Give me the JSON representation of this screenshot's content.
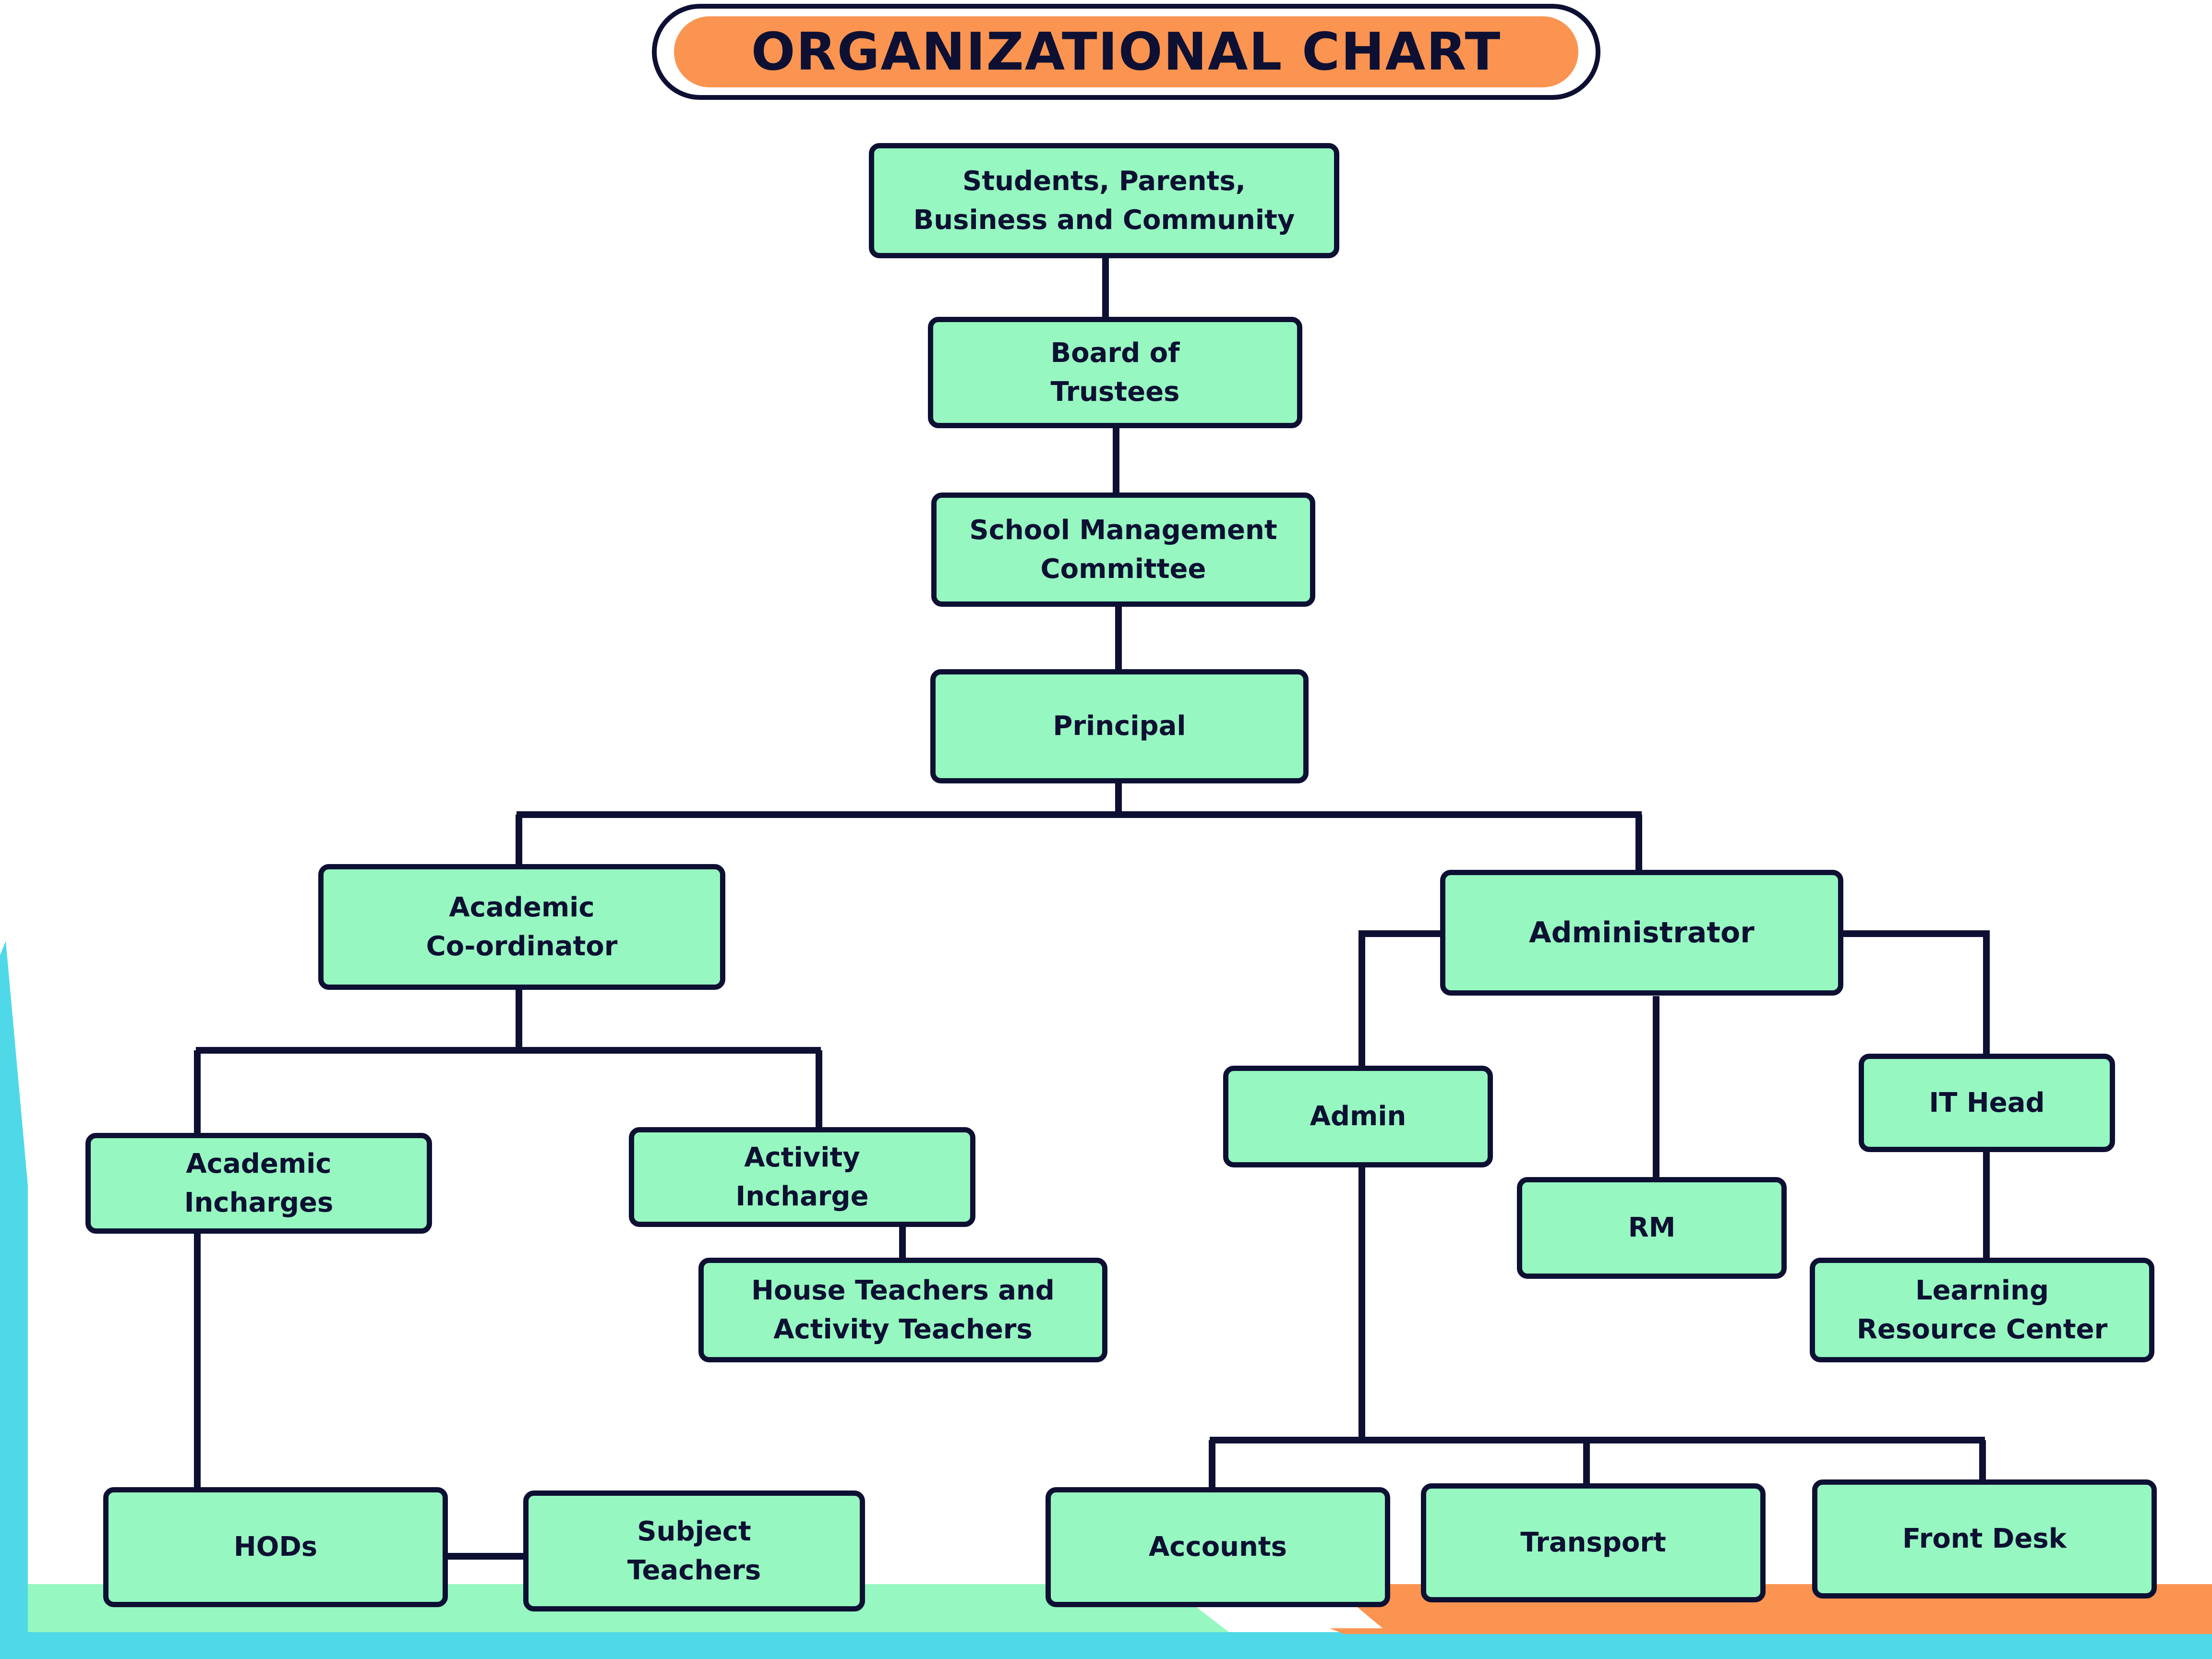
{
  "header": {
    "title": "ORGANIZATIONAL CHART",
    "badge_fill": "#fb9450",
    "badge_border": "#0d1033",
    "badge_inner_ring": "#ffffff"
  },
  "theme": {
    "node_fill": "#96F7C0",
    "node_border": "#0d1033",
    "text_color": "#0d1033",
    "connector_color": "#0d1033",
    "accent_orange": "#fb9450",
    "accent_cyan": "#4fd8e8",
    "accent_mint": "#96F7C0",
    "background": "#ffffff"
  },
  "chart_data": {
    "type": "diagram",
    "subtype": "org-chart",
    "title": "ORGANIZATIONAL CHART",
    "orientation": "top-down",
    "nodes": [
      {
        "id": "stakeholders",
        "label": "Students, Parents,\nBusiness and Community",
        "level": 0
      },
      {
        "id": "board",
        "label": "Board of\nTrustees",
        "level": 1
      },
      {
        "id": "smc",
        "label": "School Management\nCommittee",
        "level": 2
      },
      {
        "id": "principal",
        "label": "Principal",
        "level": 3
      },
      {
        "id": "academic-coordinator",
        "label": "Academic\nCo-ordinator",
        "level": 4
      },
      {
        "id": "administrator",
        "label": "Administrator",
        "level": 4
      },
      {
        "id": "academic-incharges",
        "label": "Academic\nIncharges",
        "level": 5
      },
      {
        "id": "activity-incharge",
        "label": "Activity\nIncharge",
        "level": 5
      },
      {
        "id": "admin",
        "label": "Admin",
        "level": 5
      },
      {
        "id": "rm",
        "label": "RM",
        "level": 5
      },
      {
        "id": "it-head",
        "label": "IT Head",
        "level": 5
      },
      {
        "id": "house-activity-teachers",
        "label": "House Teachers and\nActivity Teachers",
        "level": 6
      },
      {
        "id": "learning-resource-center",
        "label": "Learning\nResource Center",
        "level": 6
      },
      {
        "id": "hods",
        "label": "HODs",
        "level": 7
      },
      {
        "id": "subject-teachers",
        "label": "Subject\nTeachers",
        "level": 7
      },
      {
        "id": "accounts",
        "label": "Accounts",
        "level": 7
      },
      {
        "id": "transport",
        "label": "Transport",
        "level": 7
      },
      {
        "id": "front-desk",
        "label": "Front Desk",
        "level": 7
      }
    ],
    "edges": [
      {
        "from": "stakeholders",
        "to": "board"
      },
      {
        "from": "board",
        "to": "smc"
      },
      {
        "from": "smc",
        "to": "principal"
      },
      {
        "from": "principal",
        "to": "academic-coordinator"
      },
      {
        "from": "principal",
        "to": "administrator"
      },
      {
        "from": "academic-coordinator",
        "to": "academic-incharges"
      },
      {
        "from": "academic-coordinator",
        "to": "activity-incharge"
      },
      {
        "from": "activity-incharge",
        "to": "house-activity-teachers"
      },
      {
        "from": "academic-incharges",
        "to": "hods"
      },
      {
        "from": "hods",
        "to": "subject-teachers"
      },
      {
        "from": "administrator",
        "to": "admin"
      },
      {
        "from": "administrator",
        "to": "rm"
      },
      {
        "from": "administrator",
        "to": "it-head"
      },
      {
        "from": "it-head",
        "to": "learning-resource-center"
      },
      {
        "from": "admin",
        "to": "accounts"
      },
      {
        "from": "admin",
        "to": "transport"
      },
      {
        "from": "admin",
        "to": "front-desk"
      }
    ]
  },
  "nodes": {
    "stakeholders": "Students, Parents,\nBusiness and Community",
    "board": "Board of\nTrustees",
    "smc": "School Management\nCommittee",
    "principal": "Principal",
    "academic_coordinator": "Academic\nCo-ordinator",
    "administrator": "Administrator",
    "academic_incharges": "Academic\nIncharges",
    "activity_incharge": "Activity\nIncharge",
    "admin": "Admin",
    "rm": "RM",
    "it_head": "IT Head",
    "house_activity_teachers": "House Teachers and\nActivity Teachers",
    "learning_resource_center": "Learning\nResource Center",
    "hods": "HODs",
    "subject_teachers": "Subject\nTeachers",
    "accounts": "Accounts",
    "transport": "Transport",
    "front_desk": "Front Desk"
  }
}
